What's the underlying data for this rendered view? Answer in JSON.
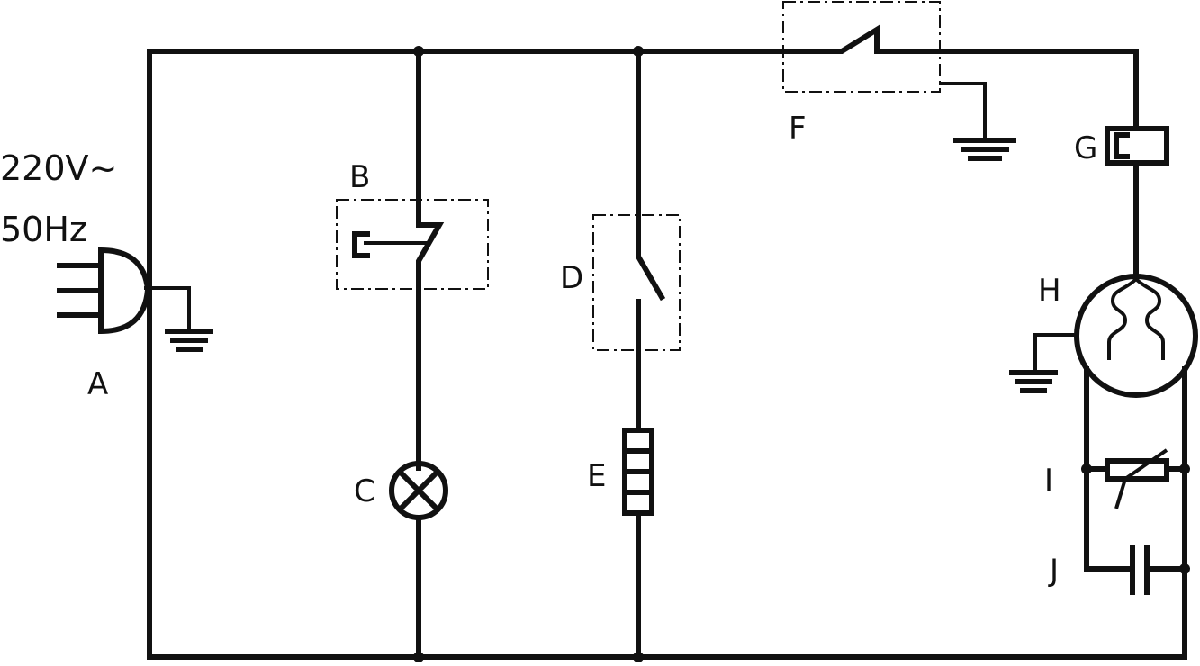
{
  "source": {
    "voltage": "220V~",
    "frequency": "50Hz"
  },
  "labels": {
    "A": "A",
    "B": "B",
    "C": "C",
    "D": "D",
    "E": "E",
    "F": "F",
    "G": "G",
    "H": "H",
    "I": "I",
    "J": "J"
  },
  "colors": {
    "line": "#111111",
    "background": "#ffffff"
  }
}
